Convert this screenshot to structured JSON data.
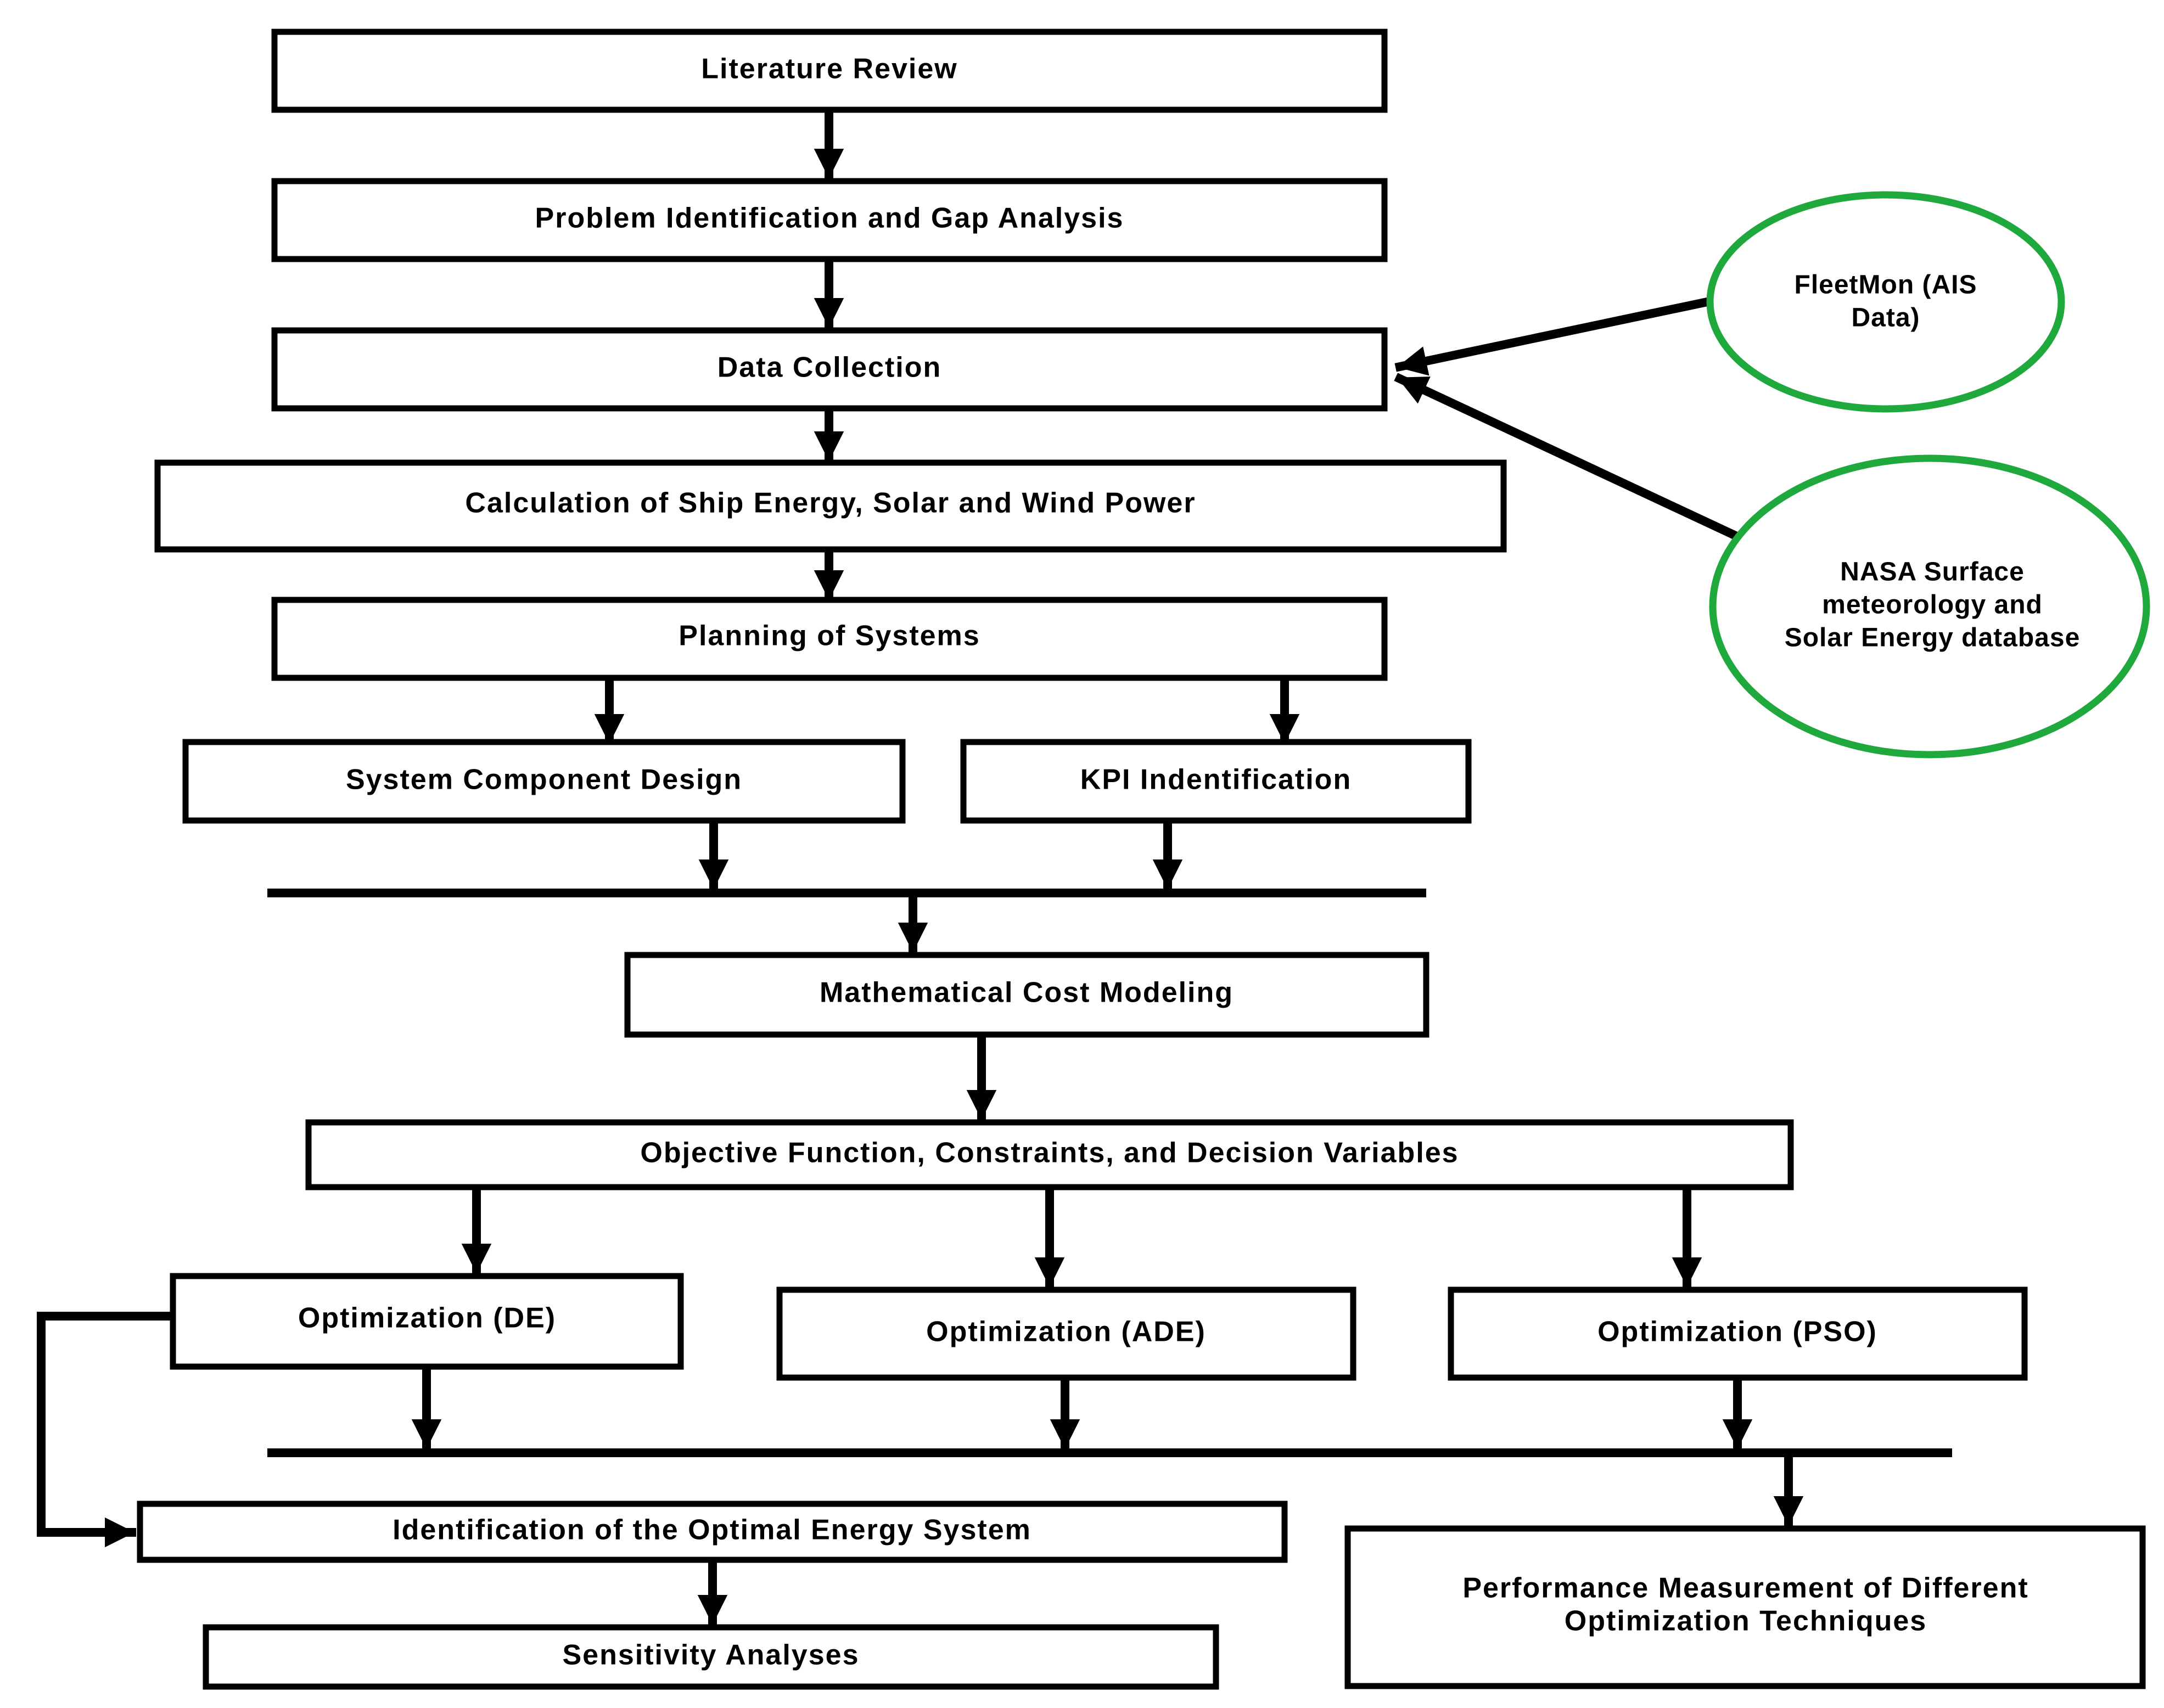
{
  "diagram": {
    "nodes": {
      "literature_review": "Literature Review",
      "problem_identification": "Problem Identification and Gap Analysis",
      "data_collection": "Data Collection",
      "calculation": "Calculation of Ship Energy, Solar and Wind Power",
      "planning": "Planning of Systems",
      "system_component_design": "System Component Design",
      "kpi_identification": "KPI Indentification",
      "cost_modeling": "Mathematical Cost Modeling",
      "objective_function": "Objective Function, Constraints, and Decision Variables",
      "opt_de": "Optimization (DE)",
      "opt_ade": "Optimization (ADE)",
      "opt_pso": "Optimization (PSO)",
      "optimal_system": "Identification of the Optimal Energy System",
      "sensitivity": "Sensitivity Analyses",
      "performance_line1": "Performance Measurement of Different",
      "performance_line2": "Optimization Techniques"
    },
    "sources": {
      "fleetmon_line1": "FleetMon (AIS",
      "fleetmon_line2": "Data)",
      "nasa_line1": "NASA Surface",
      "nasa_line2": "meteorology and",
      "nasa_line3": "Solar Energy database"
    },
    "colors": {
      "box_border": "#000000",
      "source_oval_border": "#1fa83c",
      "text": "#000000",
      "background": "#ffffff"
    }
  }
}
